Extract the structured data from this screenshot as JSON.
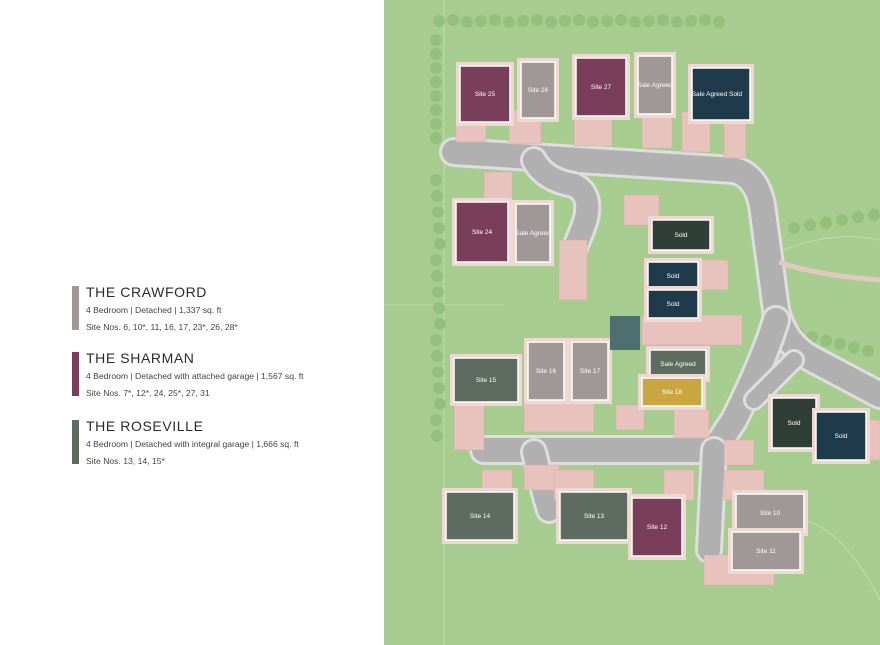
{
  "colors": {
    "crawford": "#a09896",
    "sharman": "#7a3d5a",
    "roseville": "#5d6b60",
    "sold": "#1f3a4a",
    "sold_green": "#2f3f37",
    "featured": "#c9a640",
    "grass": "#a7cc8f",
    "road": "#b3b3b3",
    "paving": "#e8c3bd"
  },
  "legend": [
    {
      "key": "crawford",
      "name": "THE CRAWFORD",
      "spec": "4 Bedroom | Detached | 1,337 sq. ft",
      "sites": "Site Nos. 6, 10*, 11, 16, 17, 23*, 26, 28*"
    },
    {
      "key": "sharman",
      "name": "THE SHARMAN",
      "spec": "4 Bedroom | Detached with attached garage | 1,567 sq. ft",
      "sites": "Site Nos. 7*, 12*, 24, 25*, 27, 31"
    },
    {
      "key": "roseville",
      "name": "THE ROSEVILLE",
      "spec": "4 Bedroom | Detached with integral garage | 1,666 sq. ft",
      "sites": "Site Nos. 13, 14, 15*"
    }
  ],
  "plots": [
    {
      "id": "site-25",
      "label": "Site 25",
      "type": "sharman"
    },
    {
      "id": "site-26",
      "label": "Site 26",
      "type": "crawford"
    },
    {
      "id": "site-27",
      "label": "Site 27",
      "type": "sharman"
    },
    {
      "id": "sale-agreed-top",
      "label": "Sale Agreed",
      "type": "crawford"
    },
    {
      "id": "sale-agreed-sold-top",
      "label": "Sale Agreed",
      "label2": "Sold",
      "type": "sold"
    },
    {
      "id": "site-24",
      "label": "Site 24",
      "type": "sharman"
    },
    {
      "id": "sale-agreed-mid",
      "label": "Sale Agreed",
      "type": "crawford"
    },
    {
      "id": "sold-a",
      "label": "Sold",
      "type": "sold_green"
    },
    {
      "id": "sold-b",
      "label": "Sold",
      "type": "sold"
    },
    {
      "id": "sold-c",
      "label": "Sold",
      "type": "sold"
    },
    {
      "id": "site-15",
      "label": "Site 15",
      "type": "roseville"
    },
    {
      "id": "site-16",
      "label": "Site 16",
      "type": "crawford"
    },
    {
      "id": "site-17",
      "label": "Site 17",
      "type": "crawford"
    },
    {
      "id": "sale-agreed-center",
      "label": "Sale Agreed",
      "type": "roseville"
    },
    {
      "id": "site-18",
      "label": "Site 18",
      "type": "featured"
    },
    {
      "id": "sold-d",
      "label": "Sold",
      "type": "sold_green"
    },
    {
      "id": "sold-e",
      "label": "Sold",
      "type": "sold"
    },
    {
      "id": "site-14",
      "label": "Site 14",
      "type": "roseville"
    },
    {
      "id": "site-13",
      "label": "Site 13",
      "type": "roseville"
    },
    {
      "id": "site-12",
      "label": "Site 12",
      "type": "sharman"
    },
    {
      "id": "site-10",
      "label": "Site 10",
      "type": "crawford"
    },
    {
      "id": "site-11",
      "label": "Site 11",
      "type": "crawford"
    }
  ]
}
